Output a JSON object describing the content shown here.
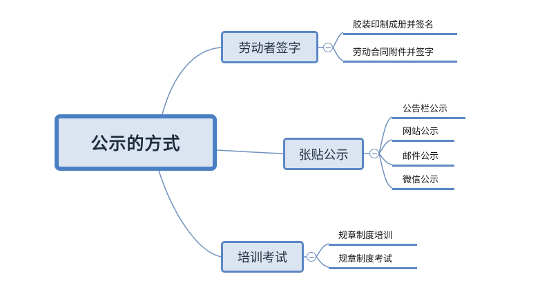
{
  "root": {
    "label": "公示的方式"
  },
  "branches": [
    {
      "label": "劳动者签字",
      "leaves": [
        "胶装印制成册并签名",
        "劳动合同附件并签字"
      ]
    },
    {
      "label": "张贴公示",
      "leaves": [
        "公告栏公示",
        "网站公示",
        "邮件公示",
        "微信公示"
      ]
    },
    {
      "label": "培训考试",
      "leaves": [
        "规章制度培训",
        "规章制度考试"
      ]
    }
  ],
  "colors": {
    "node_fill": "#dbe4f1",
    "node_border": "#5b87c5",
    "connector": "#6f8fbf"
  },
  "icons": {
    "collapse": "minus-circle-icon"
  }
}
